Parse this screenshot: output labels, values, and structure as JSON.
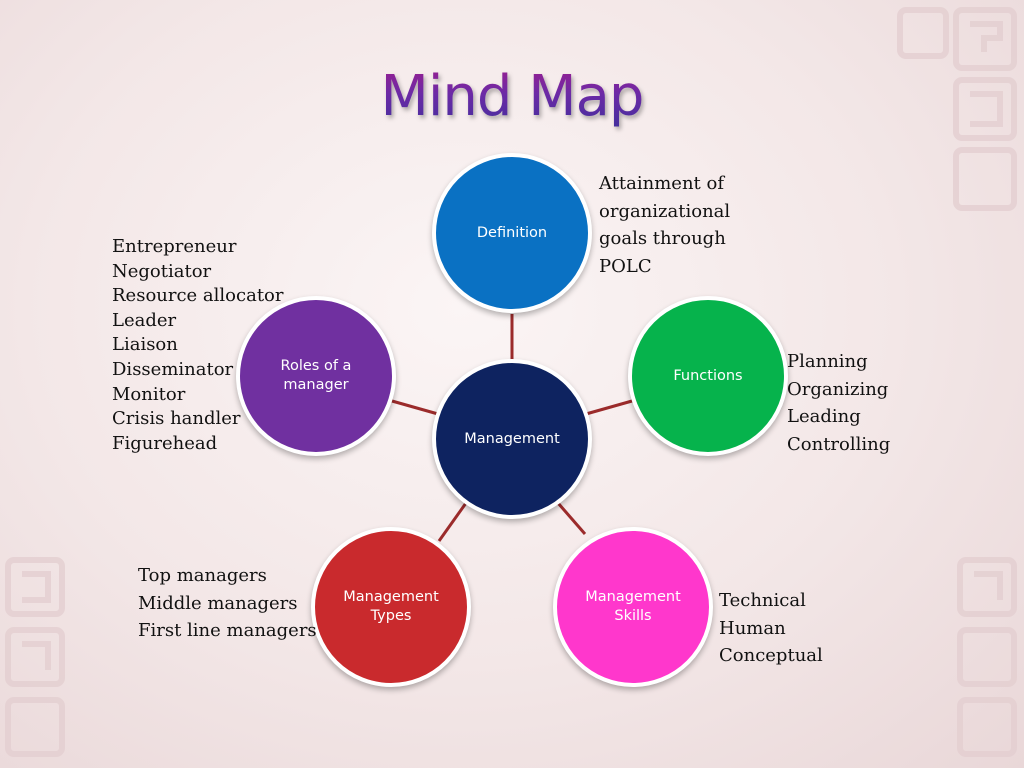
{
  "title": "Mind Map",
  "colors": {
    "center": "#0e2360",
    "definition": "#0a71c3",
    "functions": "#06b34c",
    "skills": "#ff37cc",
    "types": "#c92a2d",
    "roles": "#7030a0",
    "connector": "#9b2b2b"
  },
  "nodes": {
    "center": "Management",
    "definition": "Definition",
    "functions": "Functions",
    "skills": "Management Skills",
    "types": "Management Types",
    "roles": "Roles of a manager"
  },
  "notes": {
    "definition": [
      "Attainment of",
      "organizational",
      "goals through",
      "POLC"
    ],
    "functions": [
      "Planning",
      "Organizing",
      "Leading",
      "Controlling"
    ],
    "skills": [
      "Technical",
      "Human",
      "Conceptual"
    ],
    "types": [
      "Top managers",
      "Middle managers",
      "First line managers"
    ],
    "roles": [
      "Entrepreneur",
      "Negotiator",
      "Resource allocator",
      "Leader",
      "Liaison",
      "Disseminator",
      "Monitor",
      "Crisis handler",
      "Figurehead"
    ]
  }
}
